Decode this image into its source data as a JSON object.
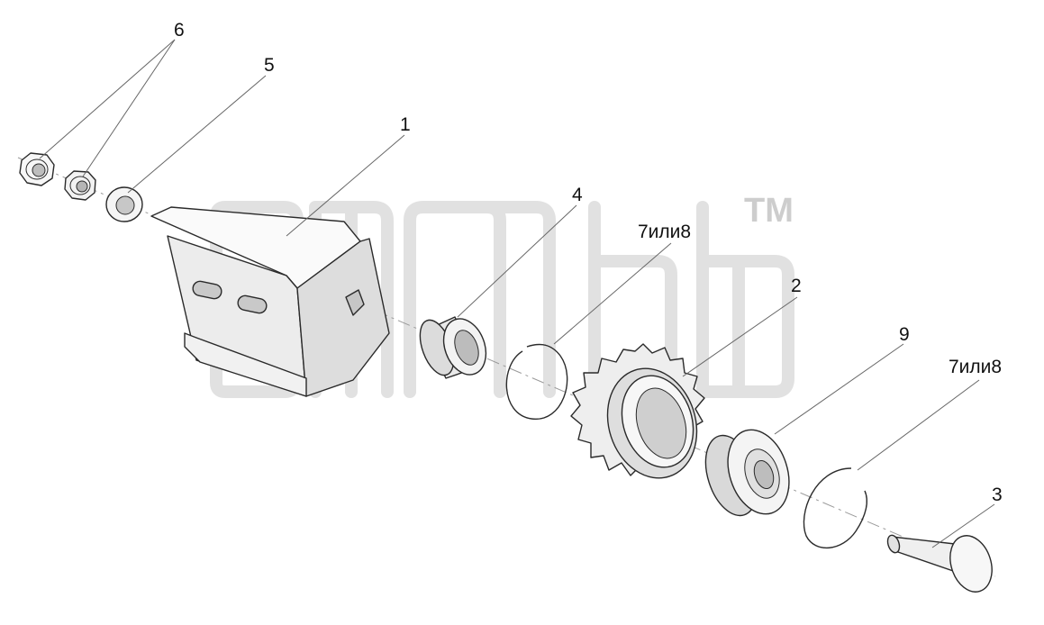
{
  "diagram": {
    "labels": {
      "part_1": "1",
      "part_2": "2",
      "part_3": "3",
      "part_4": "4",
      "part_5": "5",
      "part_6": "6",
      "part_7_or_8_upper": "7или8",
      "part_7_or_8_lower": "7или8",
      "part_9": "9"
    },
    "watermark": {
      "trademark": "TM"
    }
  }
}
